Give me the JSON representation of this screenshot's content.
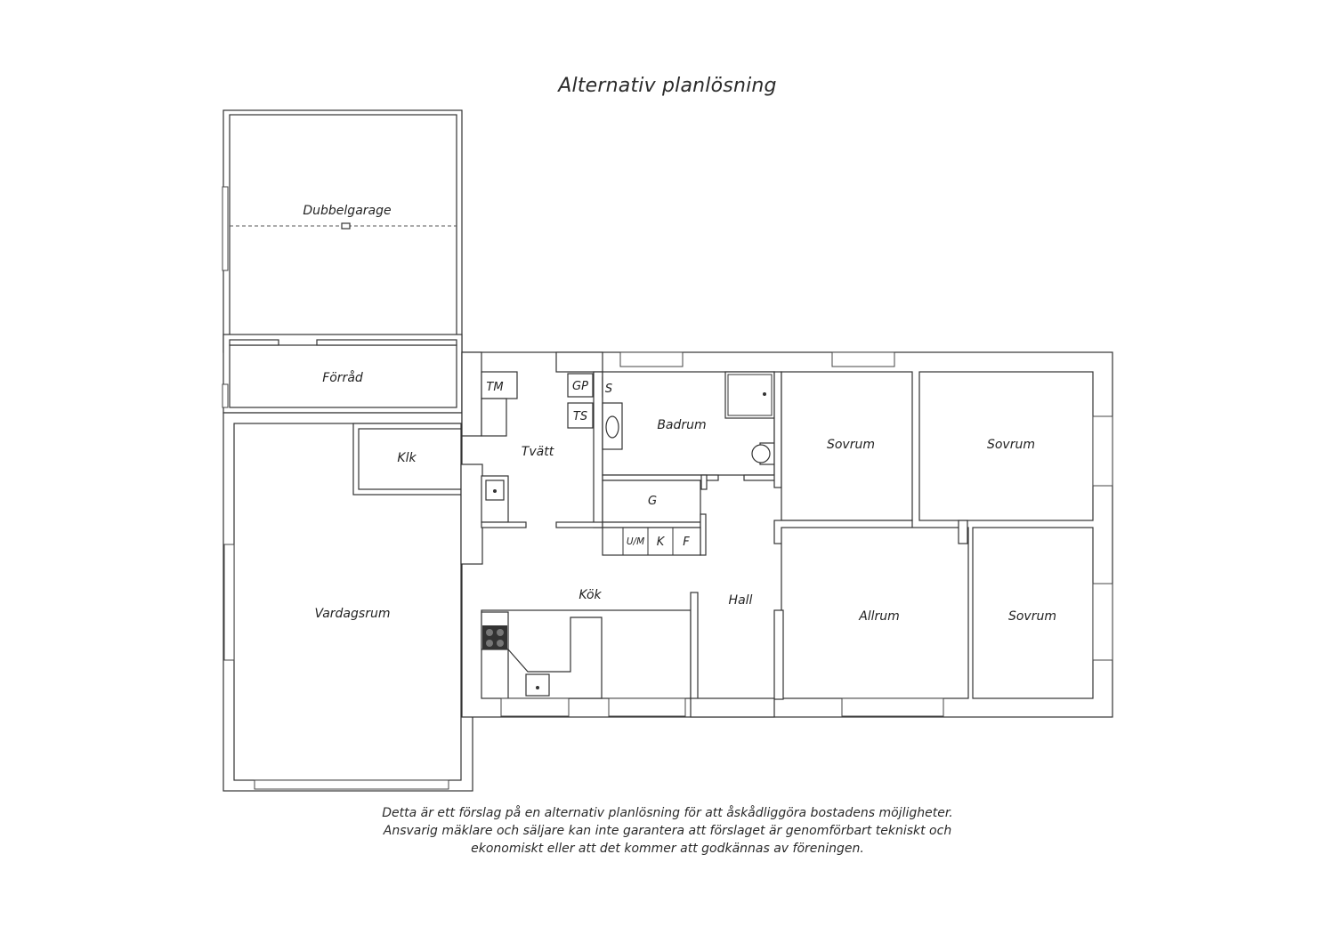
{
  "title": "Alternativ planlösning",
  "rooms": {
    "garage": "Dubbelgarage",
    "storage": "Förråd",
    "klk": "Klk",
    "tm": "TM",
    "laundry": "Tvätt",
    "gp": "GP",
    "s": "S",
    "ts": "TS",
    "bathroom": "Badrum",
    "g": "G",
    "um": "U/M",
    "k": "K",
    "f": "F",
    "living": "Vardagsrum",
    "kitchen": "Kök",
    "hall": "Hall",
    "bedroom1": "Sovrum",
    "bedroom2": "Sovrum",
    "allrum": "Allrum",
    "bedroom3": "Sovrum"
  },
  "disclaimer": {
    "line1": "Detta är ett förslag på en alternativ planlösning för att åskådliggöra bostadens möjligheter.",
    "line2": "Ansvarig mäklare och säljare kan inte garantera att förslaget är genomförbart tekniskt och",
    "line3": "ekonomiskt eller att det kommer att godkännas av föreningen."
  }
}
